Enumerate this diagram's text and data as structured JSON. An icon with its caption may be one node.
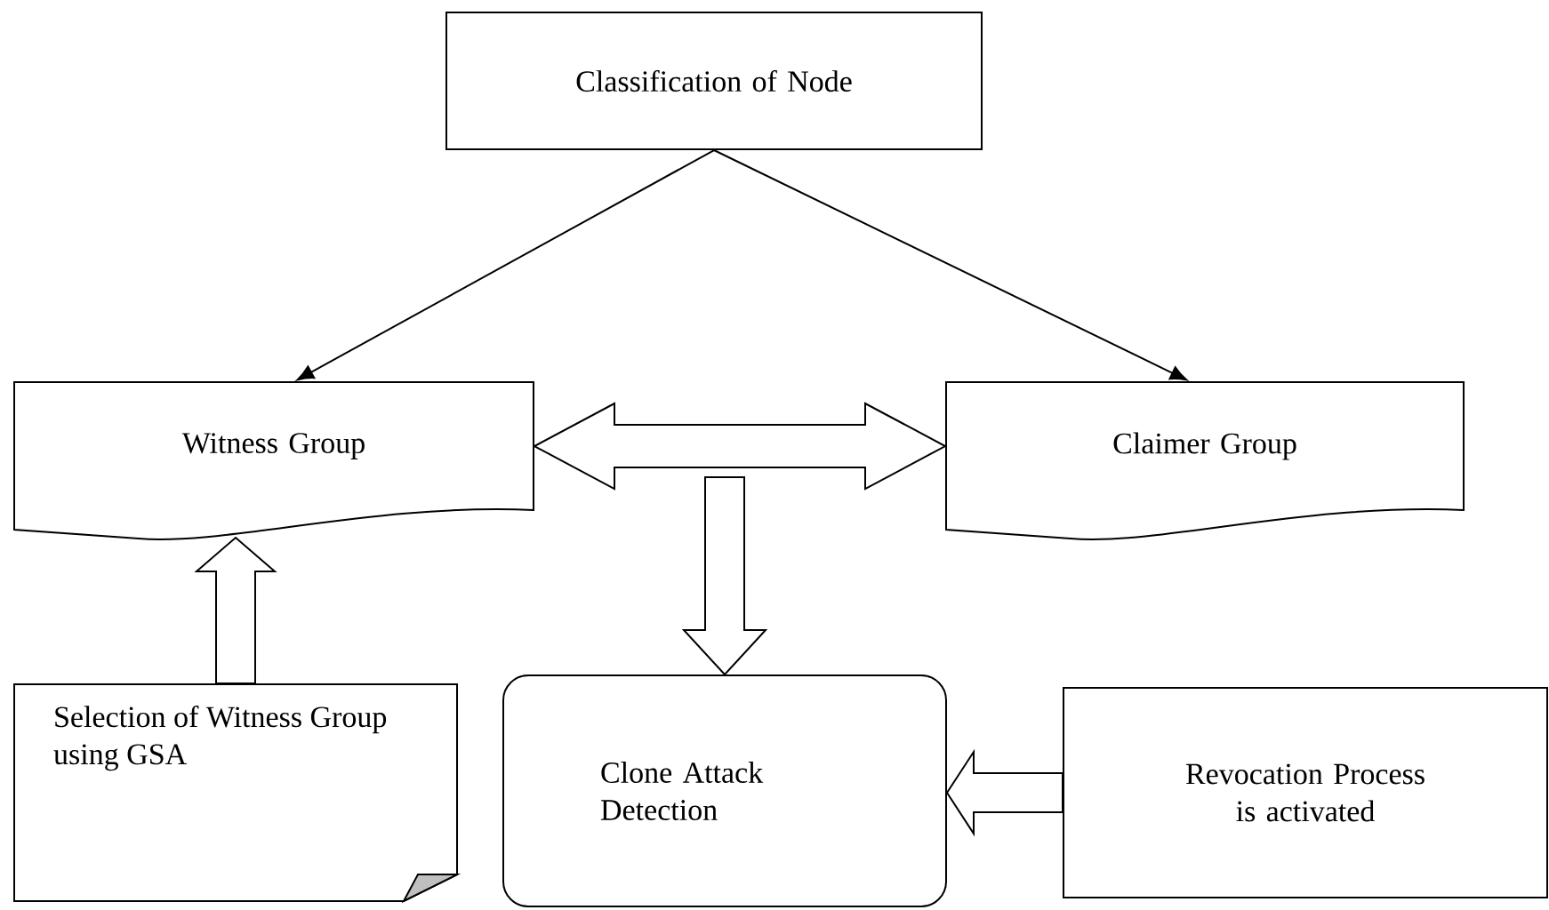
{
  "diagram": {
    "nodes": [
      {
        "text": [
          "Classification of Node"
        ]
      },
      {
        "text": [
          "Witness Group"
        ]
      },
      {
        "text": [
          "Claimer Group"
        ]
      },
      {
        "text": [
          "Selection of Witness Group using GSA"
        ]
      },
      {
        "text": [
          "Clone Attack Detection"
        ]
      },
      {
        "text": [
          "Revocation Process is activated"
        ]
      }
    ],
    "edges": [
      {
        "from": 0,
        "to": 1,
        "arrow": "to"
      },
      {
        "from": 0,
        "to": 2,
        "arrow": "to"
      },
      {
        "from": 1,
        "to": 2,
        "arrow": "both"
      },
      {
        "from": null,
        "to": 4,
        "arrow": "to"
      },
      {
        "from": 3,
        "to": 1,
        "arrow": "to"
      },
      {
        "from": 5,
        "to": 4,
        "arrow": "to"
      }
    ]
  }
}
